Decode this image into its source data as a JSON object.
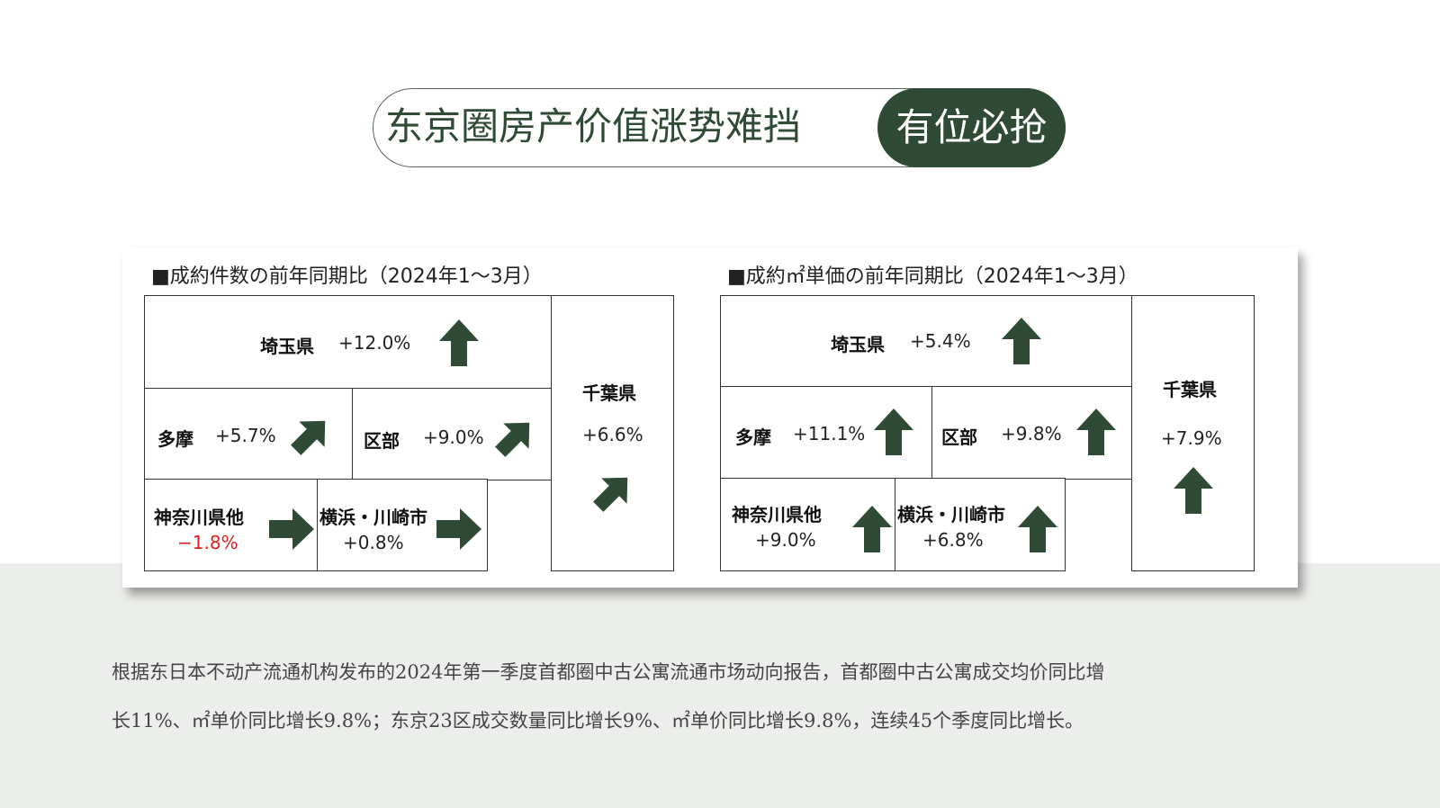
{
  "title": {
    "main": "东京圈房产价值涨势难挡",
    "badge": "有位必抢"
  },
  "panels": [
    {
      "heading": "■成約件数の前年同期比（2024年1～3月）",
      "cells": {
        "saitama": {
          "region": "埼玉県",
          "change": "+12.0%",
          "arrow": "up"
        },
        "tama": {
          "region": "多摩",
          "change": "+5.7%",
          "arrow": "up-right"
        },
        "kubu": {
          "region": "区部",
          "change": "+9.0%",
          "arrow": "up-right"
        },
        "kanagawa": {
          "region": "神奈川県他",
          "change": "−1.8%",
          "arrow": "right"
        },
        "yokohama": {
          "region": "横浜・川崎市",
          "change": "+0.8%",
          "arrow": "right"
        },
        "chiba": {
          "region": "千葉県",
          "change": "+6.6%",
          "arrow": "up-right"
        }
      }
    },
    {
      "heading": "■成約㎡単価の前年同期比（2024年1～3月）",
      "cells": {
        "saitama": {
          "region": "埼玉県",
          "change": "+5.4%",
          "arrow": "up"
        },
        "tama": {
          "region": "多摩",
          "change": "+11.1%",
          "arrow": "up"
        },
        "kubu": {
          "region": "区部",
          "change": "+9.8%",
          "arrow": "up"
        },
        "kanagawa": {
          "region": "神奈川県他",
          "change": "+9.0%",
          "arrow": "up"
        },
        "yokohama": {
          "region": "横浜・川崎市",
          "change": "+6.8%",
          "arrow": "up"
        },
        "chiba": {
          "region": "千葉県",
          "change": "+7.9%",
          "arrow": "up"
        }
      }
    }
  ],
  "description": {
    "line1": "根据东日本不动产流通机构发布的2024年第一季度首都圈中古公寓流通市场动向报告，首都圈中古公寓成交均价同比增",
    "line2": "长11%、㎡单价同比增长9.8%；东京23区成交数量同比增长9%、㎡单价同比增长9.8%，连续45个季度同比增长。"
  },
  "colors": {
    "accent": "#2f4a35",
    "arrow": "#2f4a35",
    "negative": "#e02020",
    "band": "#eceeeb"
  },
  "icons": [
    "up-arrow-icon",
    "up-right-arrow-icon",
    "right-arrow-icon"
  ]
}
